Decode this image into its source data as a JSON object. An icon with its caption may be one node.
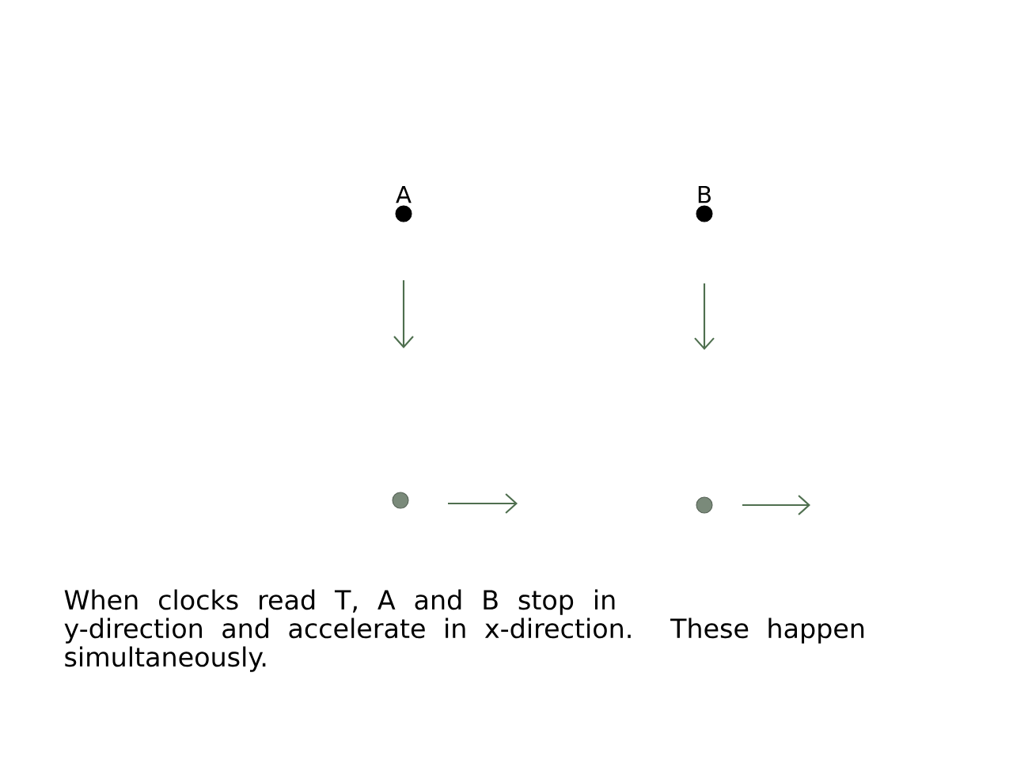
{
  "diagram": {
    "caption": "When clocks read T, A and B stop in y-direction and accelerate in x-direction. These happen simultaneously.",
    "nodes": [
      {
        "text": [
          "A"
        ]
      },
      {
        "text": [
          "B"
        ]
      },
      {
        "text": [],
        "shape": "circle"
      },
      {
        "text": [],
        "shape": "circle"
      }
    ]
  }
}
